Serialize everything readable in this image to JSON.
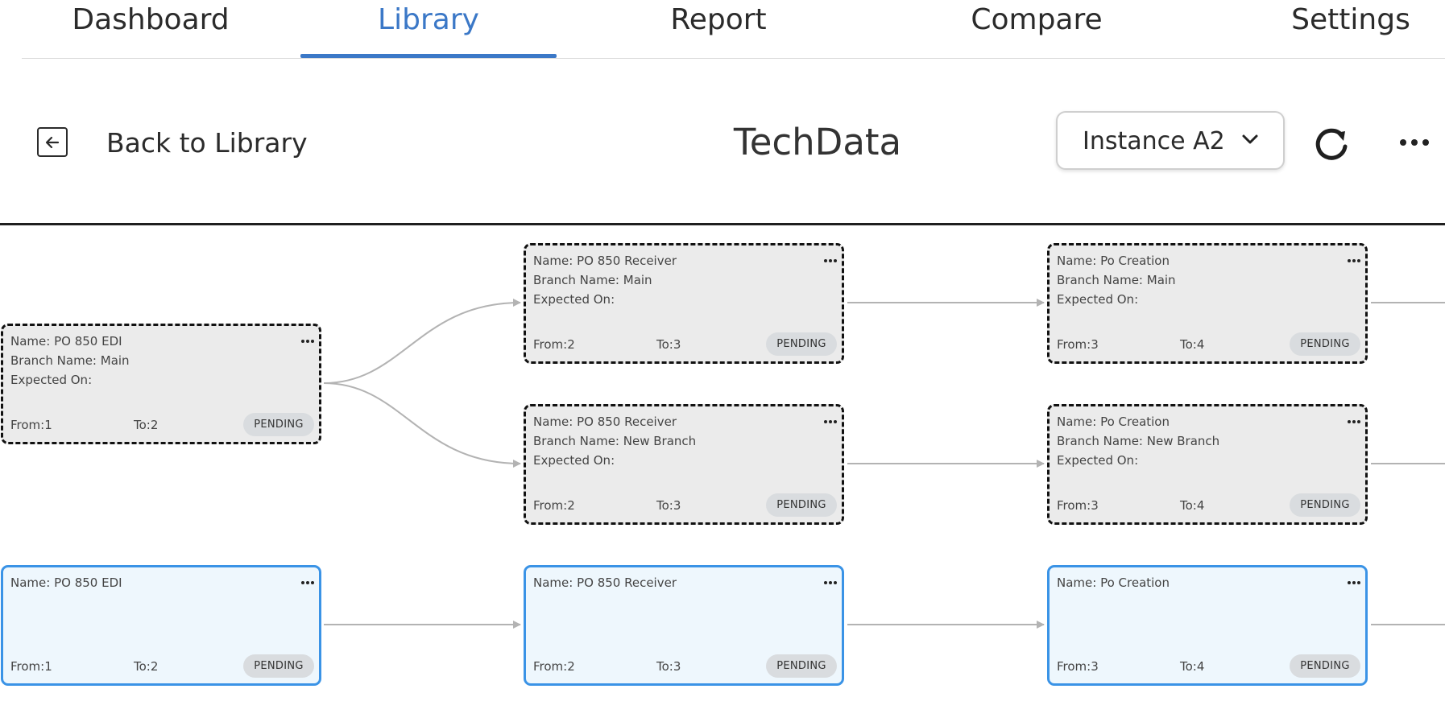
{
  "tabs": [
    {
      "label": "Dashboard",
      "active": false
    },
    {
      "label": "Library",
      "active": true
    },
    {
      "label": "Report",
      "active": false
    },
    {
      "label": "Compare",
      "active": false
    },
    {
      "label": "Settings",
      "active": false
    }
  ],
  "header": {
    "back_label": "Back to Library",
    "title": "TechData",
    "instance": "Instance A2"
  },
  "colors": {
    "accent": "#3b78c7",
    "node_blue_border": "#3a93e6",
    "node_gray_bg": "#ebebeb",
    "edge": "#b3b3b3"
  },
  "nodes": [
    {
      "name": "Name: PO 850 EDI",
      "branch": "Branch Name: Main",
      "expected": "Expected On:",
      "from": "From:1",
      "to": "To:2",
      "status": "PENDING"
    },
    {
      "name": "Name: PO 850 Receiver",
      "branch": "Branch Name: Main",
      "expected": "Expected On:",
      "from": "From:2",
      "to": "To:3",
      "status": "PENDING"
    },
    {
      "name": "Name: Po Creation",
      "branch": "Branch Name: Main",
      "expected": "Expected On:",
      "from": "From:3",
      "to": "To:4",
      "status": "PENDING"
    },
    {
      "name": "Name: PO 850 Receiver",
      "branch": "Branch Name: New Branch",
      "expected": "Expected On:",
      "from": "From:2",
      "to": "To:3",
      "status": "PENDING"
    },
    {
      "name": "Name: Po Creation",
      "branch": "Branch Name: New Branch",
      "expected": "Expected On:",
      "from": "From:3",
      "to": "To:4",
      "status": "PENDING"
    },
    {
      "name": "Name: PO 850 EDI",
      "from": "From:1",
      "to": "To:2",
      "status": "PENDING"
    },
    {
      "name": "Name: PO 850 Receiver",
      "from": "From:2",
      "to": "To:3",
      "status": "PENDING"
    },
    {
      "name": "Name: Po Creation",
      "from": "From:3",
      "to": "To:4",
      "status": "PENDING"
    }
  ]
}
